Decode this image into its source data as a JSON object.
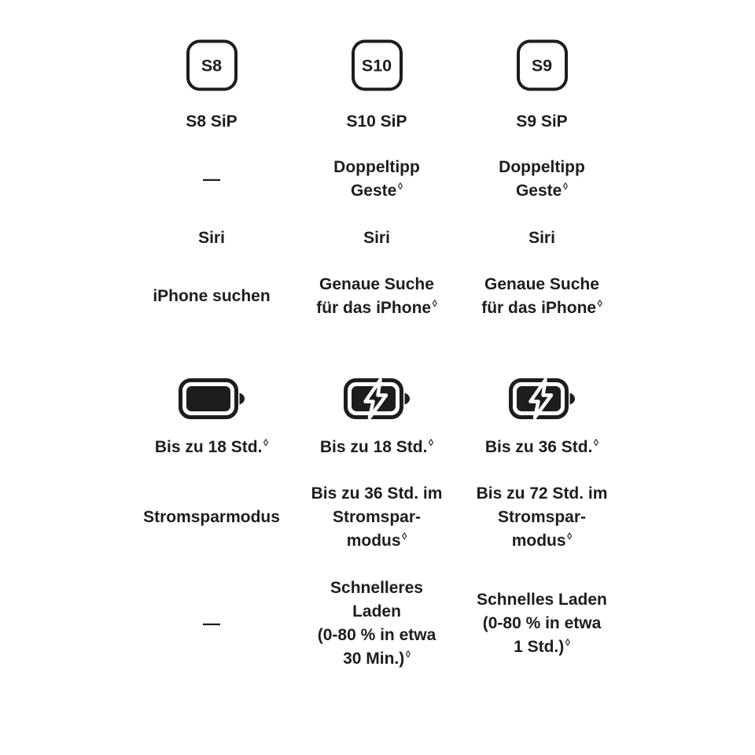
{
  "page": {
    "background": "#ffffff",
    "text_color": "#1d1d1f",
    "footnote_symbol": "◊"
  },
  "columns": [
    {
      "id": "s8",
      "chip_badge": "S8",
      "chip_name": "S8 SiP",
      "double_tap_dash": "—",
      "siri": "Siri",
      "finding_line1": "iPhone suchen",
      "battery_icon": "battery-full-icon",
      "battery_life_text": "Bis zu 18 Std.",
      "battery_life_sup": "◊",
      "low_power_line1": "Stromsparmodus",
      "fast_charge_dash": "—"
    },
    {
      "id": "s10",
      "chip_badge": "S10",
      "chip_name": "S10 SiP",
      "double_tap_line1": "Doppeltipp",
      "double_tap_line2": "Geste",
      "double_tap_sup": "◊",
      "siri": "Siri",
      "finding_line1": "Genaue Suche",
      "finding_line2": "für das iPhone",
      "finding_sup": "◊",
      "battery_icon": "battery-charging-icon",
      "battery_life_text": "Bis zu 18 Std.",
      "battery_life_sup": "◊",
      "low_power_line1": "Bis zu 36 Std. im",
      "low_power_line2": "Stromspar-",
      "low_power_line3": "modus",
      "low_power_sup": "◊",
      "fast_charge_line1": "Schnelleres",
      "fast_charge_line2": "Laden",
      "fast_charge_line3": "(0-80 % in etwa",
      "fast_charge_line4": "30 Min.)",
      "fast_charge_sup": "◊"
    },
    {
      "id": "s9",
      "chip_badge": "S9",
      "chip_name": "S9 SiP",
      "double_tap_line1": "Doppeltipp",
      "double_tap_line2": "Geste",
      "double_tap_sup": "◊",
      "siri": "Siri",
      "finding_line1": "Genaue Suche",
      "finding_line2": "für das iPhone",
      "finding_sup": "◊",
      "battery_icon": "battery-charging-icon",
      "battery_life_text": "Bis zu 36 Std.",
      "battery_life_sup": "◊",
      "low_power_line1": "Bis zu 72 Std. im",
      "low_power_line2": "Stromspar-",
      "low_power_line3": "modus",
      "low_power_sup": "◊",
      "fast_charge_line1": "Schnelles Laden",
      "fast_charge_line2": "(0-80 % in etwa",
      "fast_charge_line3": "1 Std.)",
      "fast_charge_sup": "◊"
    }
  ]
}
